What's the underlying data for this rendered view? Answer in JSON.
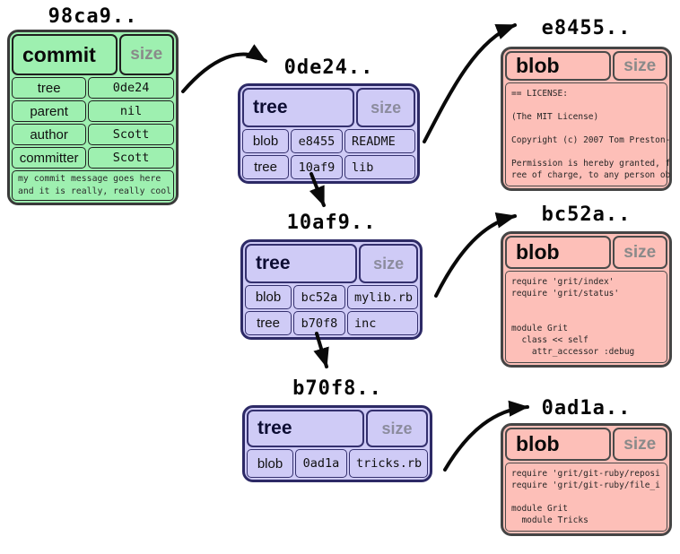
{
  "diagram": {
    "commit": {
      "hash_label": "98ca9..",
      "header": {
        "title": "commit",
        "size": "size"
      },
      "fields": [
        {
          "key": "tree",
          "value": "0de24"
        },
        {
          "key": "parent",
          "value": "nil"
        },
        {
          "key": "author",
          "value": "Scott"
        },
        {
          "key": "committer",
          "value": "Scott"
        }
      ],
      "message_lines": [
        "my commit message goes here",
        "and it is really, really cool"
      ]
    },
    "trees": [
      {
        "hash_label": "0de24..",
        "header": {
          "title": "tree",
          "size": "size"
        },
        "entries": [
          {
            "type": "blob",
            "hash": "e8455",
            "name": "README"
          },
          {
            "type": "tree",
            "hash": "10af9",
            "name": "lib"
          }
        ]
      },
      {
        "hash_label": "10af9..",
        "header": {
          "title": "tree",
          "size": "size"
        },
        "entries": [
          {
            "type": "blob",
            "hash": "bc52a",
            "name": "mylib.rb"
          },
          {
            "type": "tree",
            "hash": "b70f8",
            "name": "inc"
          }
        ]
      },
      {
        "hash_label": "b70f8..",
        "header": {
          "title": "tree",
          "size": "size"
        },
        "entries": [
          {
            "type": "blob",
            "hash": "0ad1a",
            "name": "tricks.rb"
          }
        ]
      }
    ],
    "blobs": [
      {
        "hash_label": "e8455..",
        "header": {
          "title": "blob",
          "size": "size"
        },
        "content_lines": [
          "== LICENSE:",
          "",
          "(The MIT License)",
          "",
          "Copyright (c) 2007 Tom Preston-",
          "",
          "Permission is hereby granted, f",
          "ree of charge, to any person ob"
        ]
      },
      {
        "hash_label": "bc52a..",
        "header": {
          "title": "blob",
          "size": "size"
        },
        "content_lines": [
          "require 'grit/index'",
          "require 'grit/status'",
          "",
          "",
          "module Grit",
          "  class << self",
          "    attr_accessor :debug"
        ]
      },
      {
        "hash_label": "0ad1a..",
        "header": {
          "title": "blob",
          "size": "size"
        },
        "content_lines": [
          "require 'grit/git-ruby/reposi",
          "require 'grit/git-ruby/file_i",
          "",
          "module Grit",
          "  module Tricks"
        ]
      }
    ],
    "colors": {
      "commit_fill": "#9ef0b0",
      "commit_border": "#3a3a3a",
      "tree_fill": "#cfcbf6",
      "tree_border": "#2d2a66",
      "blob_fill": "#fdbfb8",
      "blob_border": "#454545",
      "muted_text": "#8a8a8a",
      "arrow": "#0a0a0a"
    }
  }
}
